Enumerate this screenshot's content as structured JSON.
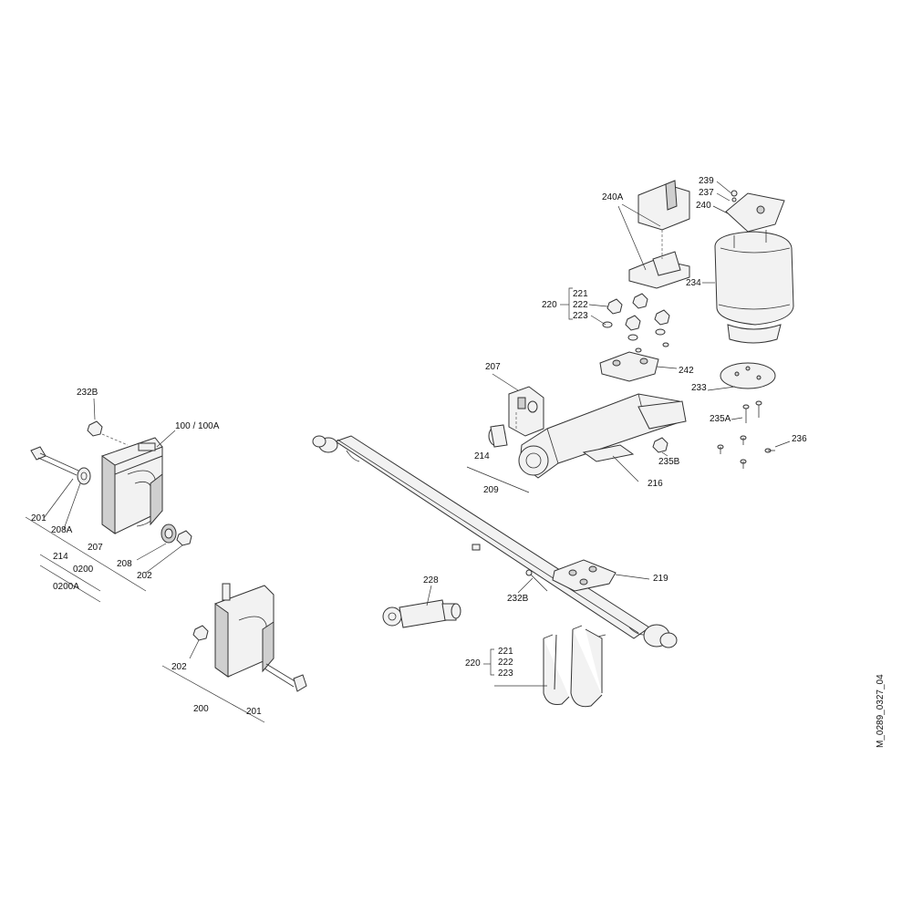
{
  "drawing_id": "M_0289_0327_04",
  "labels": {
    "l232B_left": "232B",
    "l100": "100 / 100A",
    "l201_left": "201",
    "l208A": "208A",
    "l207_left": "207",
    "l214_left": "214",
    "l0200": "0200",
    "l0200A": "0200A",
    "l208": "208",
    "l202_left": "202",
    "l202_bottom": "202",
    "l200": "200",
    "l201_bottom": "201",
    "l240A": "240A",
    "l239": "239",
    "l237": "237",
    "l240": "240",
    "l234": "234",
    "l220_top": "220",
    "l221_top": "221",
    "l222_top": "222",
    "l223_top": "223",
    "l242": "242",
    "l207_mid": "207",
    "l233": "233",
    "l235A": "235A",
    "l236": "236",
    "l214_mid": "214",
    "l235B": "235B",
    "l209": "209",
    "l216": "216",
    "l228": "228",
    "l219": "219",
    "l232B_mid": "232B",
    "l220_bottom": "220",
    "l221_bottom": "221",
    "l222_bottom": "222",
    "l223_bottom": "223"
  }
}
